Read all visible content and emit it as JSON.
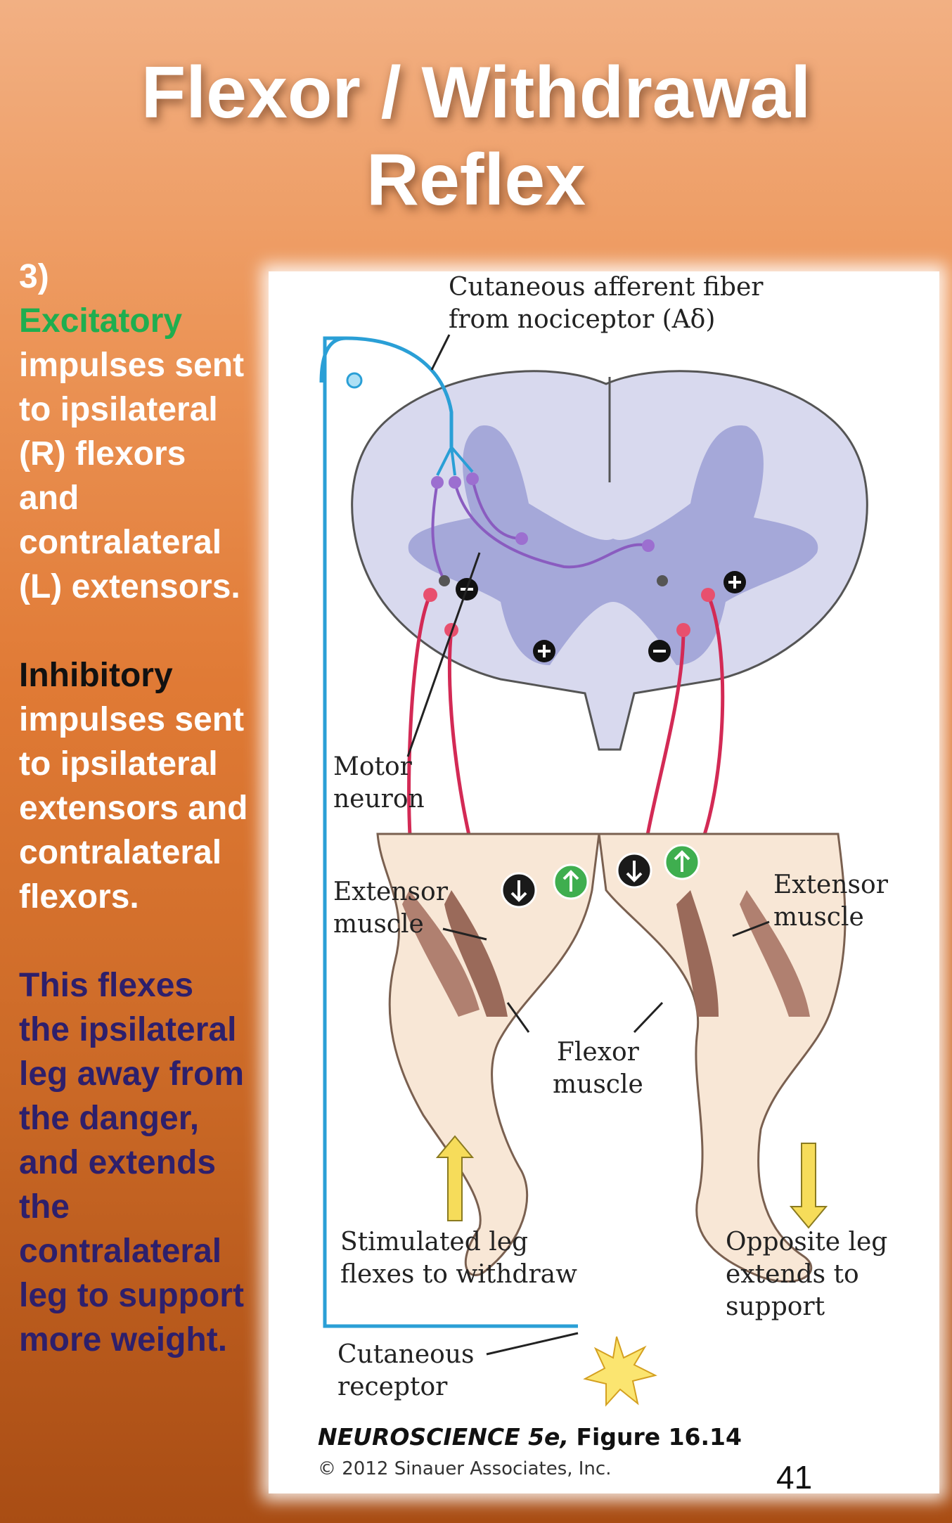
{
  "title": {
    "line1": "Flexor / Withdrawal",
    "line2": "Reflex"
  },
  "side_text": {
    "step": "3)",
    "excitatory_word": "Excitatory",
    "excitatory_lines": [
      "impulses sent",
      "to ipsilateral",
      "(R) flexors",
      "and",
      "contralateral",
      "(L) extensors."
    ],
    "inhibitory_word": "Inhibitory",
    "inhibitory_lines": [
      "impulses sent",
      "to ipsilateral",
      "extensors and",
      "contralateral",
      "flexors."
    ],
    "summary_lines": [
      "This flexes",
      "the ipsilateral",
      "leg away from",
      "the danger,",
      "and extends",
      "the",
      "contralateral",
      "leg to support",
      "more weight."
    ]
  },
  "figure": {
    "labels": {
      "afferent_line1": "Cutaneous afferent fiber",
      "afferent_line2": "from nociceptor (Aδ)",
      "motor_line1": "Motor",
      "motor_line2": "neuron",
      "extensor_left_line1": "Extensor",
      "extensor_left_line2": "muscle",
      "extensor_right_line1": "Extensor",
      "extensor_right_line2": "muscle",
      "flexor_line1": "Flexor",
      "flexor_line2": "muscle",
      "stimulated_line1": "Stimulated leg",
      "stimulated_line2": "flexes to withdraw",
      "opposite_line1": "Opposite leg",
      "opposite_line2": "extends to",
      "opposite_line3": "support",
      "receptor_line1": "Cutaneous",
      "receptor_line2": "receptor"
    },
    "caption_book": "NEUROSCIENCE 5e,",
    "caption_figure": "Figure 16.14",
    "copyright": "© 2012 Sinauer Associates, Inc."
  },
  "page_number": "41",
  "colors": {
    "excitatory": "#1fae4f",
    "inhibitory": "#111111",
    "summary": "#2e1f6b",
    "afferent_fiber": "#2a9fd6",
    "motor_fiber": "#d32a55",
    "interneuron": "#8a5cc0"
  }
}
